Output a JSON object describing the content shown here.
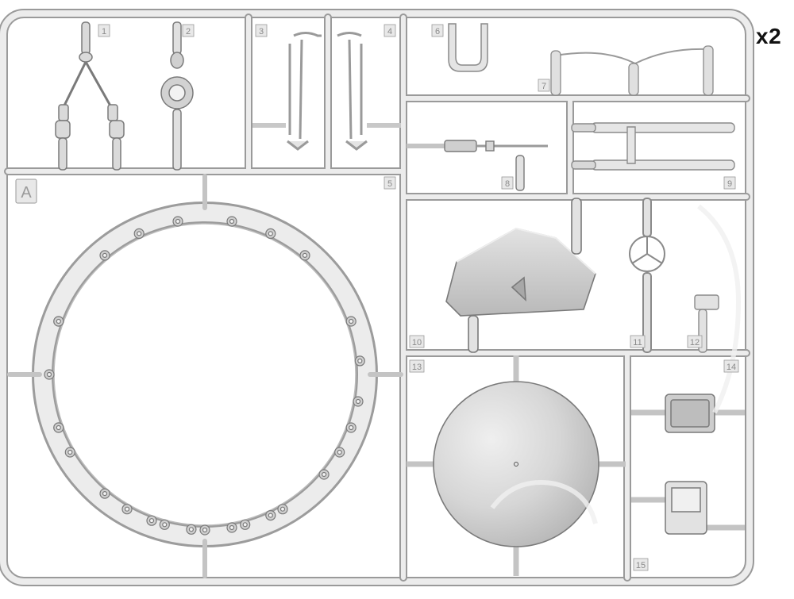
{
  "sprue": {
    "letter": "A",
    "quantity": "x2",
    "part_numbers": [
      "1",
      "2",
      "3",
      "4",
      "5",
      "6",
      "7",
      "8",
      "9",
      "10",
      "11",
      "12",
      "13",
      "14",
      "15"
    ]
  },
  "colors": {
    "background": "#ffffff",
    "plastic": "#e8e8e8",
    "plastic_shadow": "#9a9a9a",
    "part": "#d2d2d2",
    "outline": "#6e6e6e"
  }
}
